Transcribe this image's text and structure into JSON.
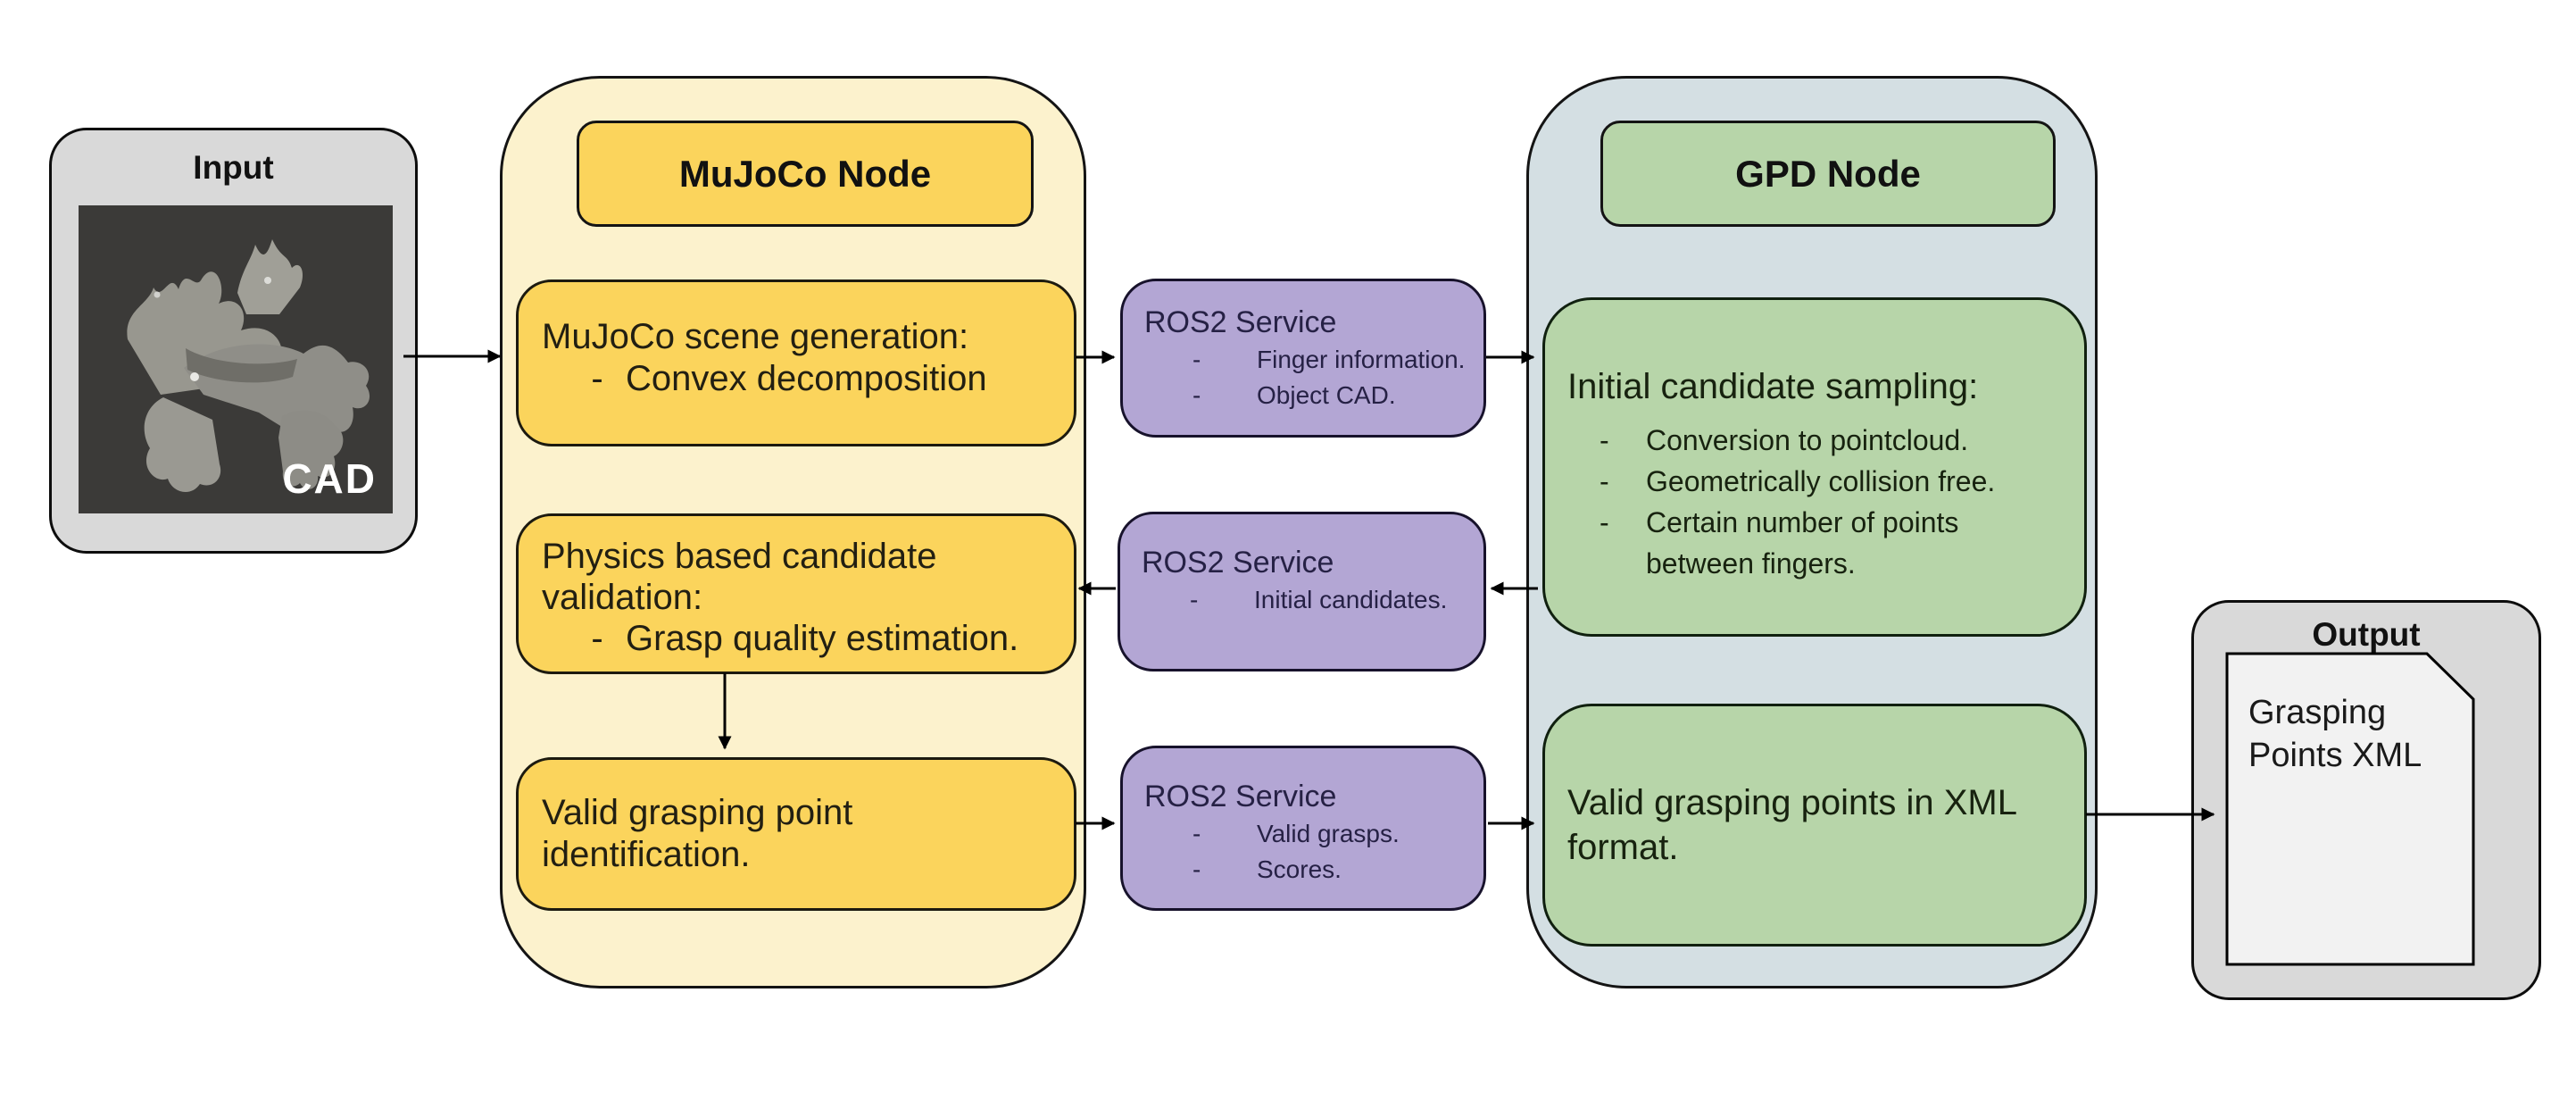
{
  "ui": {
    "dash": "-"
  },
  "colors": {
    "background": "#ffffff",
    "gray_group": "#d9d9d9",
    "image_background": "#3b3a38",
    "mujoco_container": "#fcf2cd",
    "yellow_box": "#fbd45c",
    "purple_box": "#b3a6d4",
    "gpd_container": "#d4dfe3",
    "green_box": "#b7d5a9",
    "document": "#f2f2f2",
    "arrow": "#000000"
  },
  "input": {
    "title": "Input",
    "image_label": "CAD"
  },
  "mujoco": {
    "title": "MuJoCo Node",
    "scene_box": {
      "text": "MuJoCo scene generation:",
      "bullets": [
        "Convex decomposition"
      ]
    },
    "physics_box": {
      "text": "Physics based candidate validation:",
      "bullets": [
        "Grasp quality estimation."
      ]
    },
    "valid_box": {
      "text": "Valid grasping point identification."
    }
  },
  "services": [
    {
      "title": "ROS2 Service",
      "bullets": [
        "Finger information.",
        "Object CAD."
      ]
    },
    {
      "title": "ROS2 Service",
      "bullets": [
        "Initial candidates."
      ]
    },
    {
      "title": "ROS2 Service",
      "bullets": [
        "Valid grasps.",
        "Scores."
      ]
    }
  ],
  "gpd": {
    "title": "GPD Node",
    "sampling_box": {
      "text": "Initial candidate sampling:",
      "bullets": [
        "Conversion to pointcloud.",
        "Geometrically collision free.",
        "Certain number of points between fingers."
      ]
    },
    "xml_box": {
      "text": "Valid grasping points in XML format."
    }
  },
  "output": {
    "title": "Output",
    "document_label": "Grasping Points XML"
  }
}
